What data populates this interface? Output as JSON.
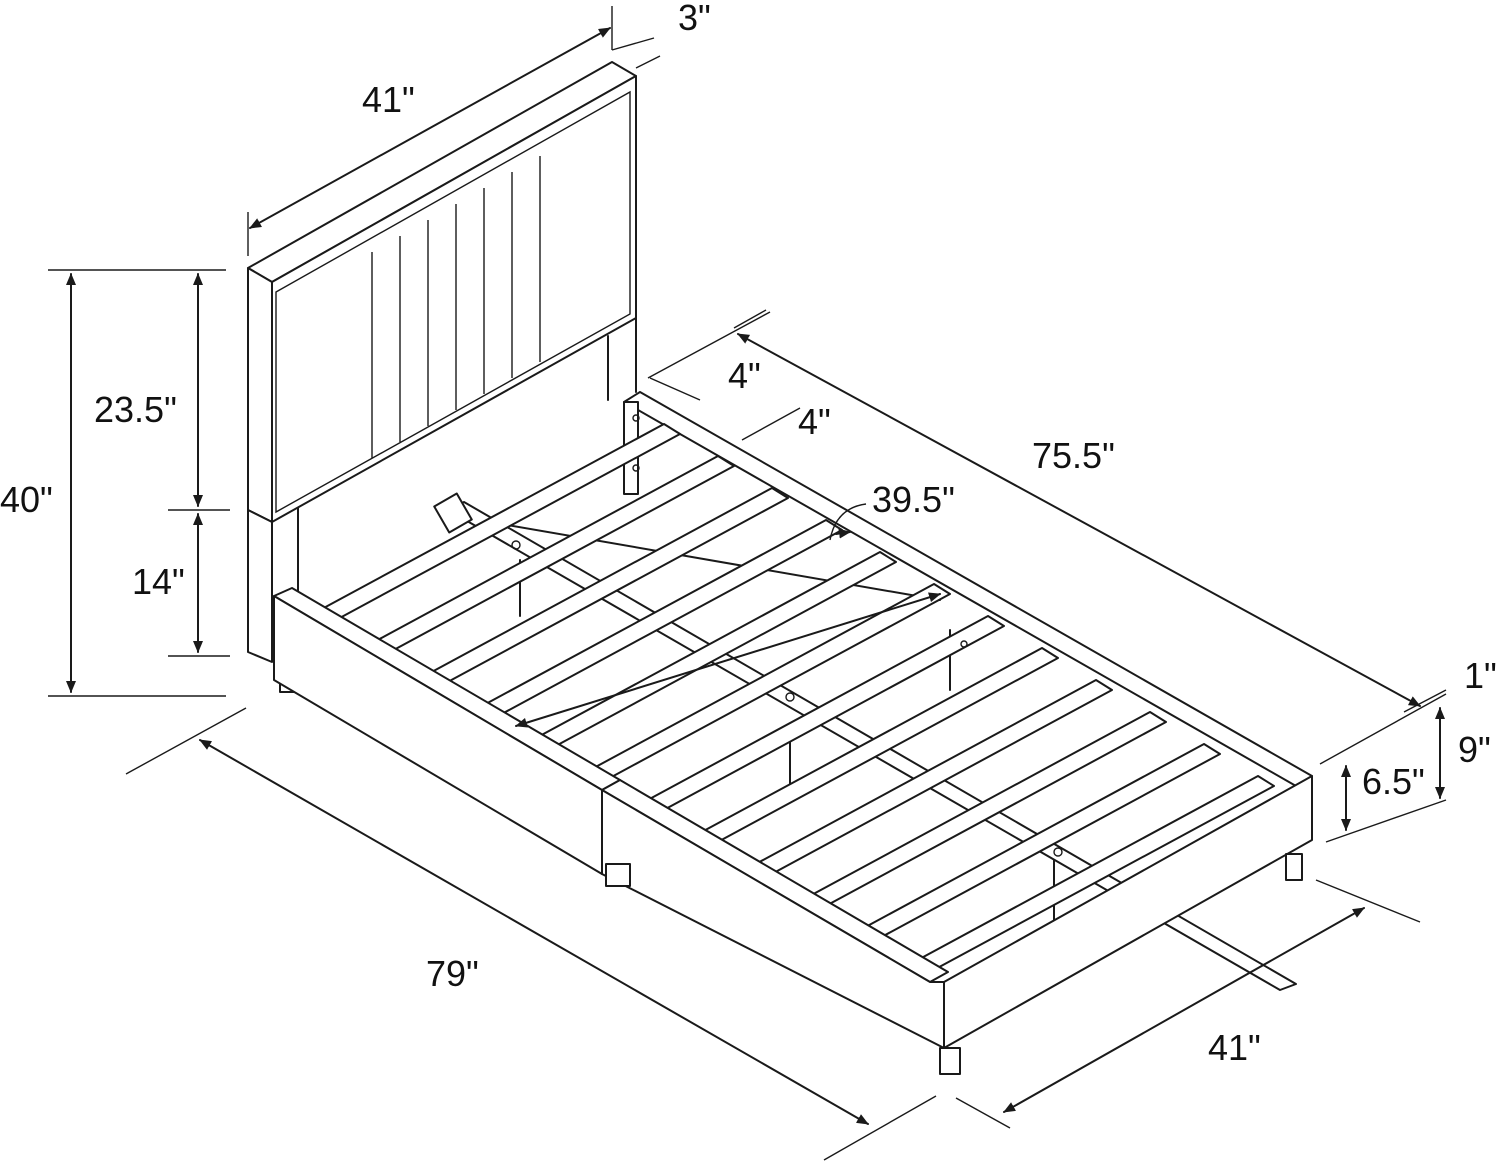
{
  "diagram": {
    "colors": {
      "line": "#1a1a1a",
      "background": "#ffffff"
    },
    "dimensions": {
      "headboard_width": "41\"",
      "headboard_depth": "3\"",
      "total_height": "40\"",
      "headboard_panel_height": "23.5\"",
      "headboard_lower_height": "14\"",
      "rail_gap_a": "4\"",
      "rail_gap_b": "4\"",
      "inner_length": "75.5\"",
      "inner_width": "39.5\"",
      "overall_length": "79\"",
      "overall_width": "41\"",
      "top_gap": "1\"",
      "frame_height": "9\"",
      "rail_height": "6.5\""
    }
  }
}
